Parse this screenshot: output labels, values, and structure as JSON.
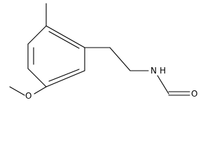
{
  "atoms": {
    "oxygen_methoxy": "O",
    "nitrogen_amide": "N",
    "hydrogen_amide": "H",
    "oxygen_carbonyl": "O"
  }
}
